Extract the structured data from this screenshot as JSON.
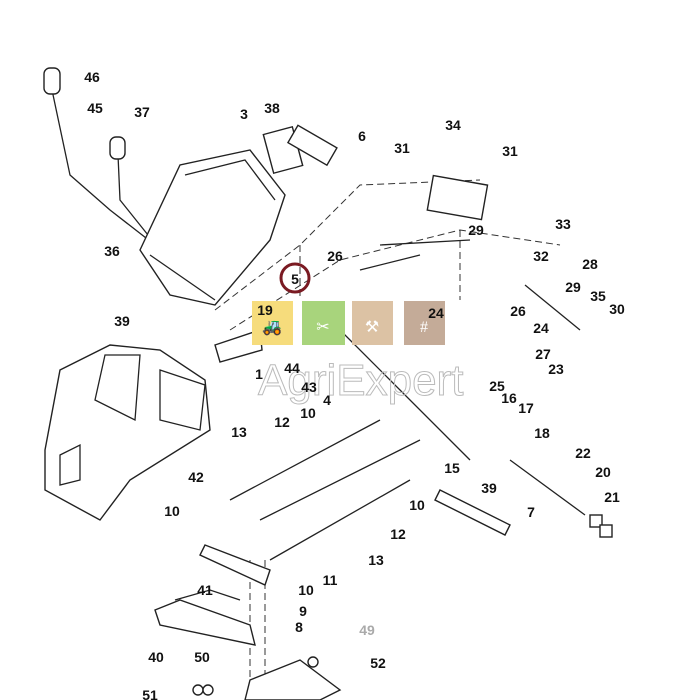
{
  "diagram": {
    "highlight_label": "5",
    "watermark": "AgriExpert",
    "labels": [
      "46",
      "45",
      "37",
      "3",
      "38",
      "6",
      "34",
      "31",
      "31",
      "36",
      "33",
      "29",
      "32",
      "26",
      "28",
      "29",
      "35",
      "30",
      "19",
      "39",
      "24",
      "26",
      "24",
      "27",
      "23",
      "1",
      "44",
      "43",
      "25",
      "16",
      "4",
      "17",
      "10",
      "12",
      "18",
      "13",
      "15",
      "22",
      "20",
      "42",
      "39",
      "21",
      "7",
      "10",
      "10",
      "12",
      "13",
      "11",
      "10",
      "9",
      "41",
      "8",
      "40",
      "50",
      "49",
      "52",
      "51"
    ],
    "badges": [
      {
        "icon": "tractor-icon",
        "color": "#f6dc7c"
      },
      {
        "icon": "tools-icon",
        "color": "#a8d47c"
      },
      {
        "icon": "tools-tan-icon",
        "color": "#dcc2a4"
      },
      {
        "icon": "fence-icon",
        "color": "#c4ab98"
      }
    ],
    "colors": {
      "highlight_ring": "#7a1a22"
    }
  }
}
